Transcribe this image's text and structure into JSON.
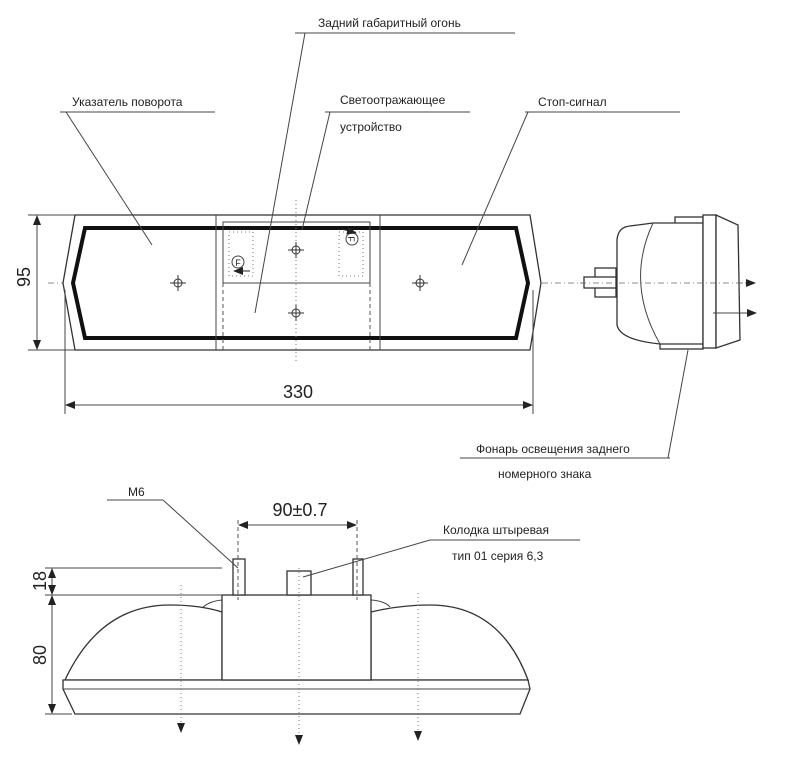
{
  "labels": {
    "rear_position_lamp": "Задний габаритный огонь",
    "turn_indicator": "Указатель поворота",
    "reflector_line1": "Светоотражающее",
    "reflector_line2": "устройство",
    "stop_signal": "Стоп-сигнал",
    "plate_lamp_line1": "Фонарь освещения заднего",
    "plate_lamp_line2": "номерного знака",
    "thread": "М6",
    "connector_line1": "Колодка штыревая",
    "connector_line2": "тип 01 серия 6,3"
  },
  "dimensions": {
    "height_top": "95",
    "width": "330",
    "stud_spacing": "90±0.7",
    "stud_height": "18",
    "body_depth": "80"
  },
  "markers": {
    "left_marker": "F",
    "right_marker": "F"
  },
  "colors": {
    "line": "#333333",
    "background": "#ffffff"
  }
}
